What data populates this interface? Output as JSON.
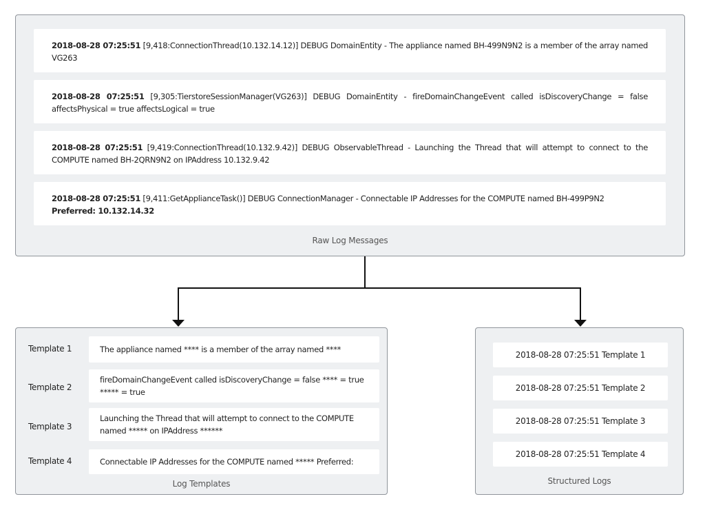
{
  "raw_logs": {
    "caption": "Raw Log Messages",
    "entries": [
      {
        "timestamp": "2018-08-28 07:25:51",
        "body": " [9,418:ConnectionThread(10.132.14.12)] DEBUG DomainEntity  - The appliance named BH-499N9N2 is a member of the array named VG263",
        "suffix": ""
      },
      {
        "timestamp": "2018-08-28 07:25:51",
        "body": " [9,305:TierstoreSessionManager(VG263)] DEBUG DomainEntity  - fireDomainChangeEvent called isDiscoveryChange = false affectsPhysical = true affectsLogical = true",
        "suffix": ""
      },
      {
        "timestamp": "2018-08-28 07:25:51",
        "body": " [9,419:ConnectionThread(10.132.9.42)] DEBUG ObservableThread  - Launching the Thread that will attempt to connect to the COMPUTE named BH-2QRN9N2 on IPAddress 10.132.9.42",
        "suffix": ""
      },
      {
        "timestamp": "2018-08-28 07:25:51",
        "body": " [9,411:GetApplianceTask()] DEBUG ConnectionManager  - Connectable IP Addresses for the COMPUTE named BH-499P9N2",
        "suffix": "Preferred: 10.132.14.32"
      }
    ]
  },
  "log_templates": {
    "caption": "Log Templates",
    "items": [
      {
        "label": "Template 1",
        "text": "The appliance named **** is a member of the array named ****"
      },
      {
        "label": "Template 2",
        "text": "fireDomainChangeEvent called isDiscoveryChange = false **** = true ***** = true"
      },
      {
        "label": "Template 3",
        "text": " Launching the Thread that will attempt to connect to the COMPUTE named ***** on IPAddress ******"
      },
      {
        "label": "Template 4",
        "text": "Connectable IP Addresses for the COMPUTE named ***** Preferred:"
      }
    ]
  },
  "structured_logs": {
    "caption": "Structured Logs",
    "items": [
      "2018-08-28 07:25:51 Template 1",
      "2018-08-28 07:25:51 Template 2",
      "2018-08-28 07:25:51 Template 3",
      "2018-08-28 07:25:51 Template 4"
    ]
  }
}
